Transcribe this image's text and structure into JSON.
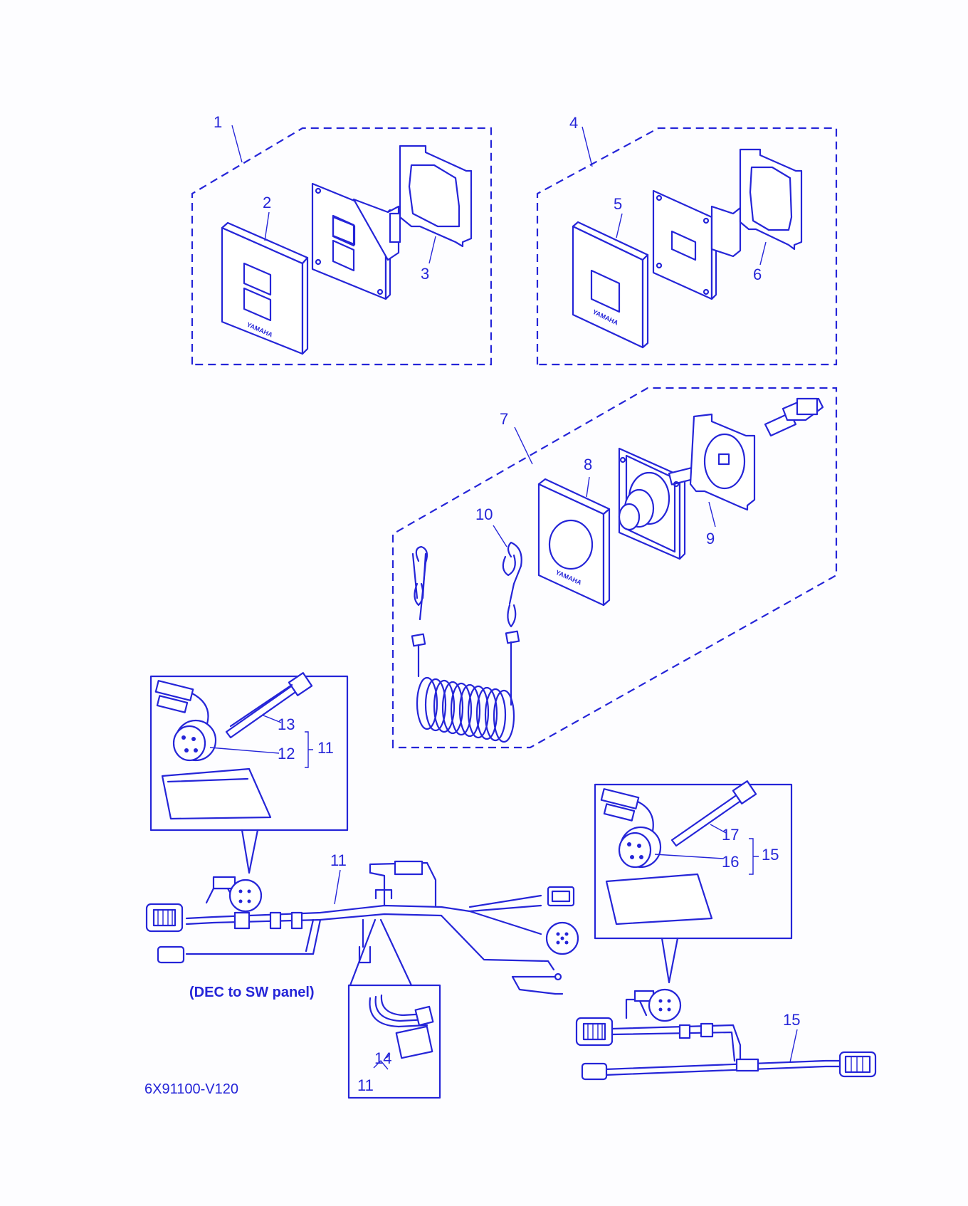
{
  "diagram": {
    "callouts": {
      "c1": "1",
      "c2": "2",
      "c3": "3",
      "c4": "4",
      "c5": "5",
      "c6": "6",
      "c7": "7",
      "c8": "8",
      "c9": "9",
      "c10": "10",
      "c11_inset": "11",
      "c12": "12",
      "c13": "13",
      "c11_harness": "11",
      "c14": "14",
      "c11_small": "11",
      "c15_inset": "15",
      "c16": "16",
      "c17": "17",
      "c15_harness": "15"
    },
    "caption": "(DEC to SW panel)",
    "part_code": "6X91100-V120",
    "brand_mark": "YAMAHA"
  },
  "colors": {
    "line": "#2525d8",
    "background": "#fdfdff"
  },
  "icons": [
    "switch-panel-double",
    "switch-panel-single",
    "stop-switch",
    "lanyard-coil",
    "connector-plug",
    "sensor-with-tie"
  ]
}
